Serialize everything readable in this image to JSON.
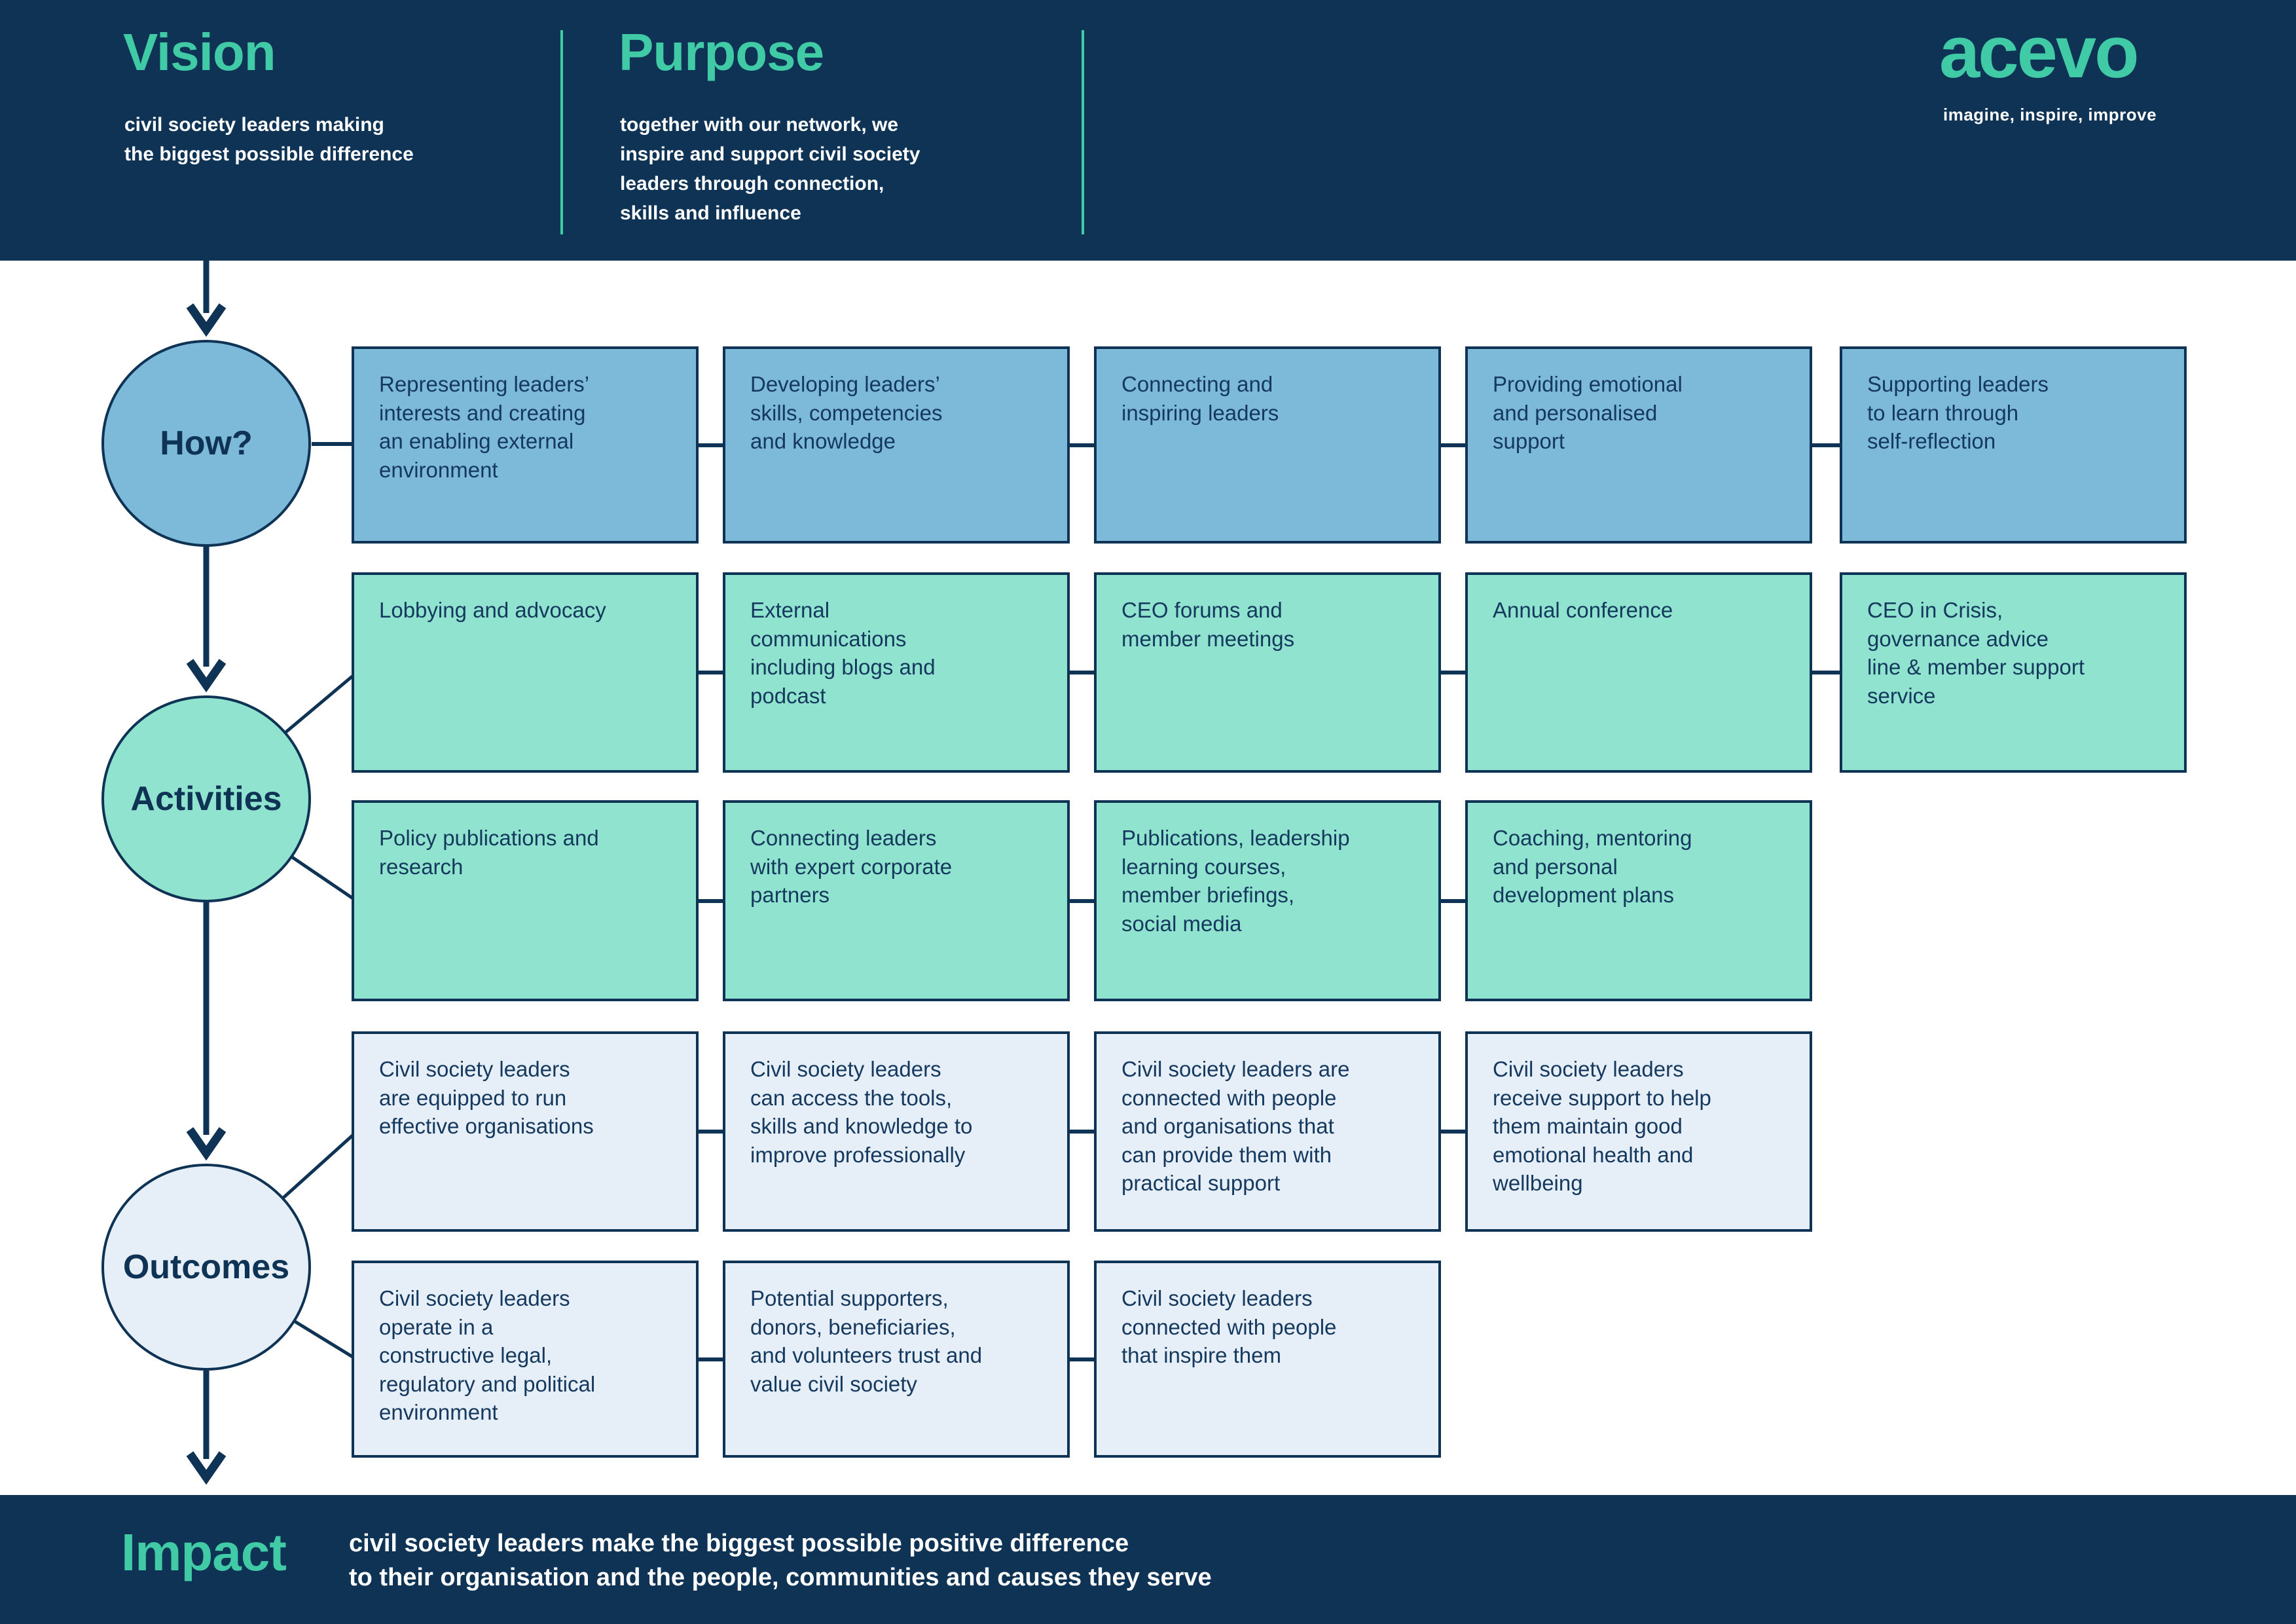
{
  "header": {
    "vision_title": "Vision",
    "vision_subtitle": "civil society leaders making\nthe biggest possible difference",
    "purpose_title": "Purpose",
    "purpose_subtitle": "together with our network, we\ninspire and support civil society\nleaders through connection,\nskills and influence",
    "logo_text": "acevo",
    "logo_tagline": "imagine, inspire, improve"
  },
  "stages": {
    "how_label": "How?",
    "activities_label": "Activities",
    "outcomes_label": "Outcomes"
  },
  "grid": {
    "rows": [
      {
        "group": "how",
        "boxes": [
          "Representing leaders’\ninterests and creating\nan enabling external\nenvironment",
          "Developing leaders’\nskills, competencies\nand knowledge",
          "Connecting and\ninspiring leaders",
          "Providing emotional\nand personalised\nsupport",
          "Supporting leaders\nto learn through\nself-reflection"
        ]
      },
      {
        "group": "activities",
        "boxes": [
          "Lobbying and advocacy",
          "External\ncommunications\nincluding blogs and\npodcast",
          "CEO forums and\nmember meetings",
          "Annual conference",
          "CEO in Crisis,\ngovernance advice\nline & member support\nservice"
        ]
      },
      {
        "group": "activities",
        "boxes": [
          "Policy publications and\nresearch",
          "Connecting leaders\nwith expert corporate\npartners",
          "Publications, leadership\nlearning courses,\nmember briefings,\nsocial media",
          "Coaching, mentoring\nand personal\ndevelopment plans"
        ]
      },
      {
        "group": "outcomes",
        "boxes": [
          "Civil society leaders\nare equipped to run\neffective organisations",
          "Civil society leaders\ncan access the tools,\nskills and knowledge to\nimprove professionally",
          "Civil society leaders are\nconnected with people\nand organisations that\ncan provide them with\npractical support",
          "Civil society leaders\nreceive support to help\nthem maintain good\nemotional health and\nwellbeing"
        ]
      },
      {
        "group": "outcomes",
        "boxes": [
          "Civil society leaders\noperate in a\nconstructive legal,\nregulatory and political\nenvironment",
          "Potential supporters,\ndonors, beneficiaries,\nand volunteers trust and\nvalue civil society",
          "Civil society leaders\nconnected with people\nthat inspire them"
        ]
      }
    ]
  },
  "impact": {
    "title": "Impact",
    "text": "civil society leaders make the biggest possible positive difference\nto their organisation and the people, communities and causes they serve"
  },
  "colors": {
    "navy": "#0e3355",
    "teal": "#40cba6",
    "blue": "#7dbad9",
    "mint": "#90e3ce",
    "pale": "#e6eff7"
  }
}
